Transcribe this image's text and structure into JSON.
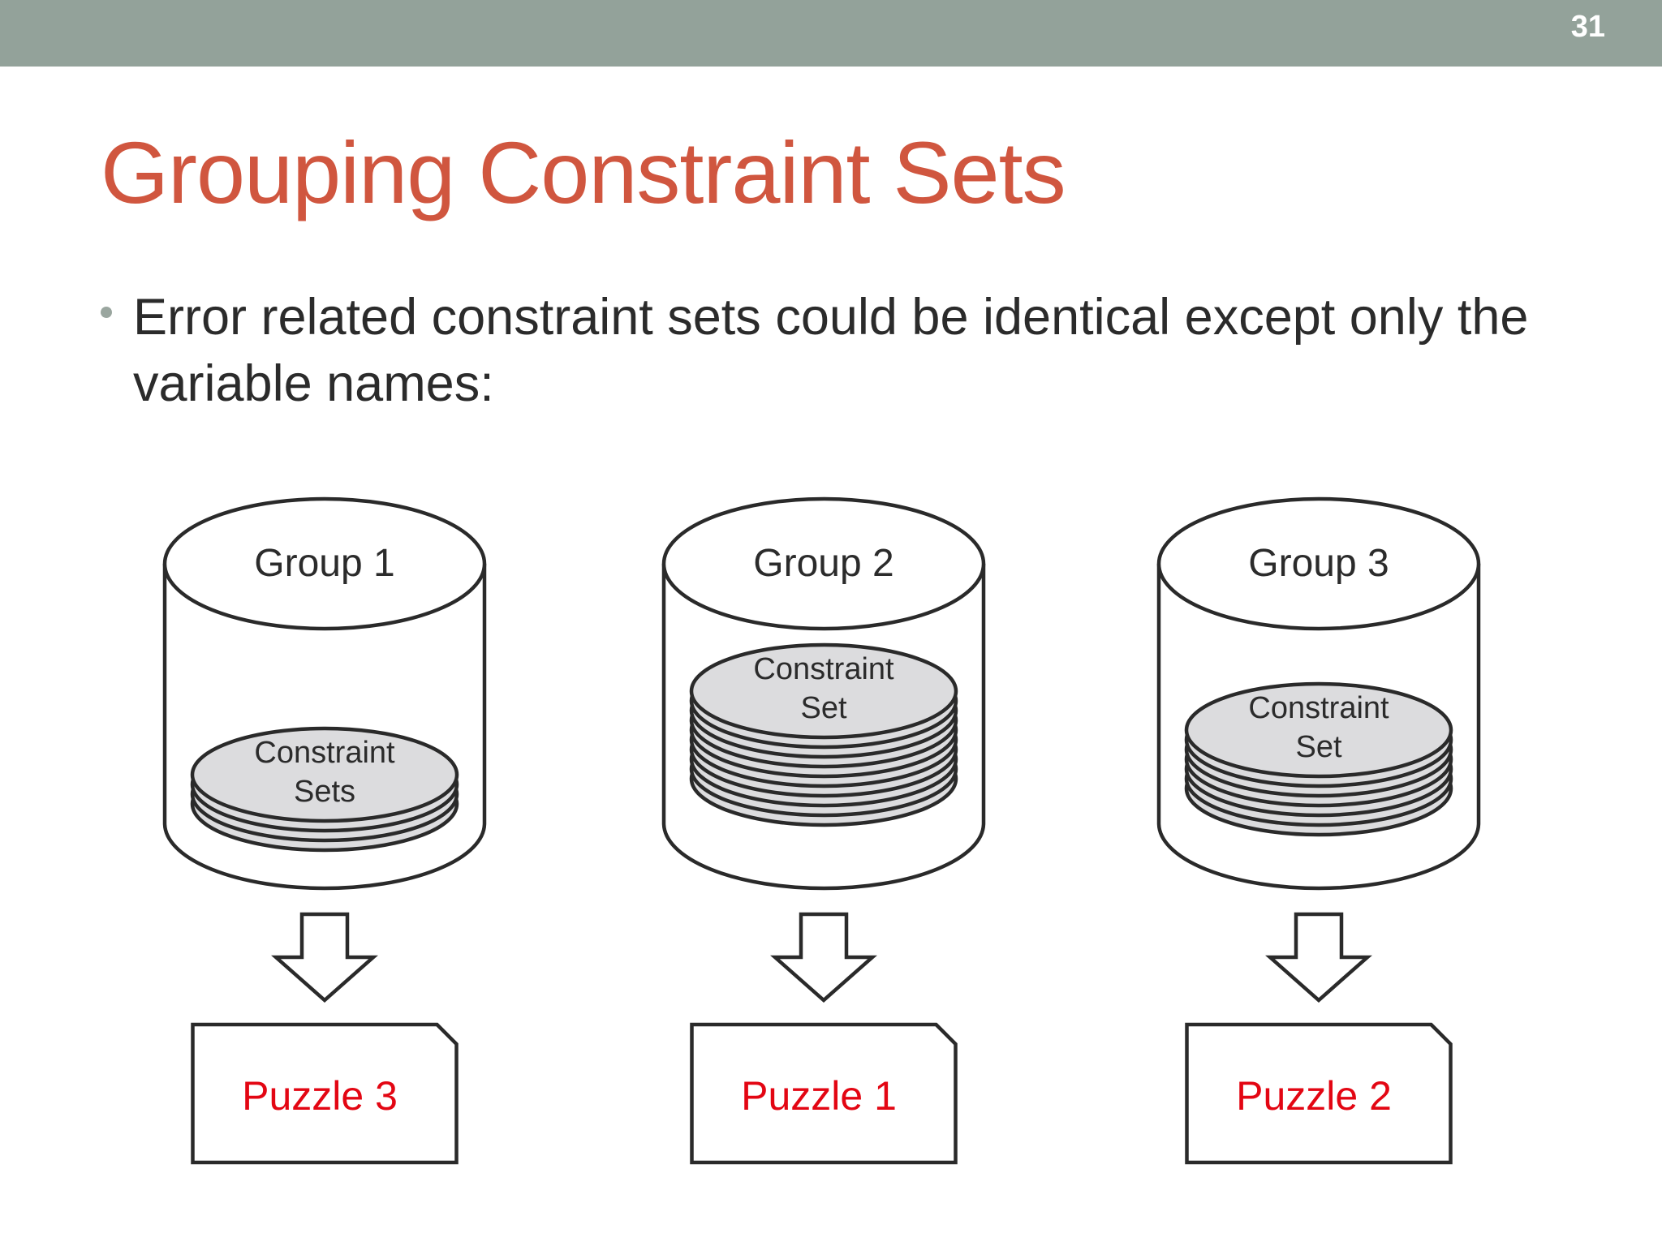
{
  "slide": {
    "number": "31",
    "title": "Grouping Constraint Sets",
    "bullet": "Error related constraint sets could be identical except only the variable names:"
  },
  "colors": {
    "header_bar": "#93a29a",
    "title": "#d0563f",
    "puzzle_label": "#e30613",
    "disk_fill": "#dcdcde"
  },
  "groups": [
    {
      "label": "Group 1",
      "disk_label_line1": "Constraint",
      "disk_label_line2": "Sets",
      "disk_count": 4,
      "puzzle_label": "Puzzle 3"
    },
    {
      "label": "Group 2",
      "disk_label_line1": "Constraint",
      "disk_label_line2": "Set",
      "disk_count": 10,
      "puzzle_label": "Puzzle 1"
    },
    {
      "label": "Group 3",
      "disk_label_line1": "Constraint",
      "disk_label_line2": "Set",
      "disk_count": 7,
      "puzzle_label": "Puzzle 2"
    }
  ]
}
